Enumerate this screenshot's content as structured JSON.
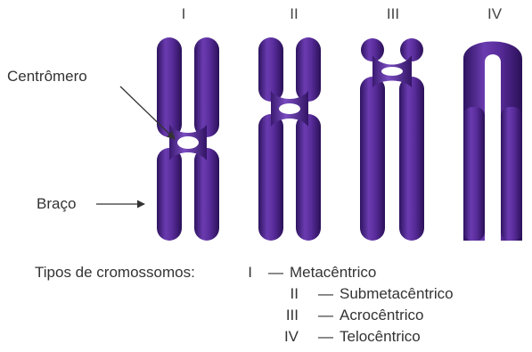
{
  "diagram": {
    "roman_labels": [
      "I",
      "II",
      "III",
      "IV"
    ],
    "centromere_label": "Centrômero",
    "arm_label": "Braço",
    "legend": {
      "title": "Tipos de cromossomos:",
      "items": [
        {
          "num": "I",
          "dash": "—",
          "name": "Metacêntrico"
        },
        {
          "num": "II",
          "dash": "—",
          "name": "Submetacêntrico"
        },
        {
          "num": "III",
          "dash": "—",
          "name": "Acrocêntrico"
        },
        {
          "num": "IV",
          "dash": "—",
          "name": "Telocêntrico"
        }
      ]
    },
    "colors": {
      "chromosome_dark": "#3a1a6e",
      "chromosome_mid": "#5b2d9a",
      "chromosome_light": "#8a5cc8",
      "text": "#333333"
    }
  }
}
